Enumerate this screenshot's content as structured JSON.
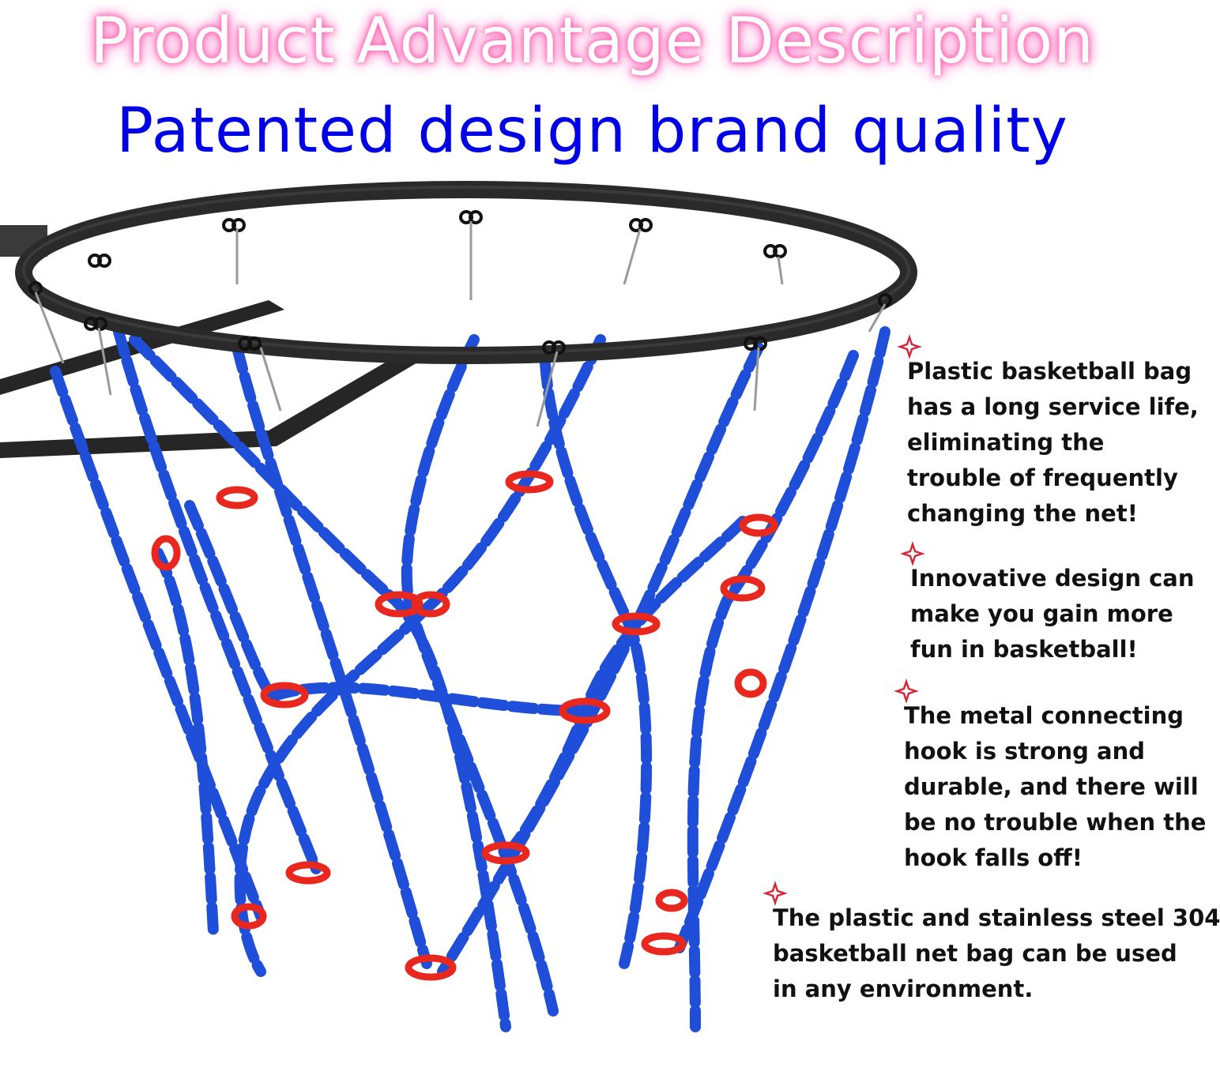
{
  "header": {
    "title": "Product Advantage Description",
    "subtitle": "Patented design brand quality",
    "title_glow_color": "#ff69b4",
    "subtitle_color": "#0000e6"
  },
  "product": {
    "name": "basketball chain net",
    "rim_color": "#2a2a2a",
    "chain_color": "#1f4fd8",
    "connector_color": "#e8281e",
    "hook_color": "#9a9a9a"
  },
  "features": [
    {
      "icon": "four-point-star-icon",
      "lines": [
        "Plastic basketball bag",
        "has a long service life,",
        "eliminating the",
        "trouble of frequently",
        "changing the net!"
      ]
    },
    {
      "icon": "four-point-star-icon",
      "lines": [
        "Innovative design can",
        "make you gain more",
        "fun in basketball!"
      ]
    },
    {
      "icon": "four-point-star-icon",
      "lines": [
        "The metal connecting",
        "hook is strong and",
        "durable, and there will",
        "be no trouble when the",
        "hook falls off!"
      ]
    },
    {
      "icon": "four-point-star-icon",
      "lines": [
        "The plastic and stainless steel 304",
        "basketball  net bag can be used",
        "in any environment."
      ]
    }
  ]
}
